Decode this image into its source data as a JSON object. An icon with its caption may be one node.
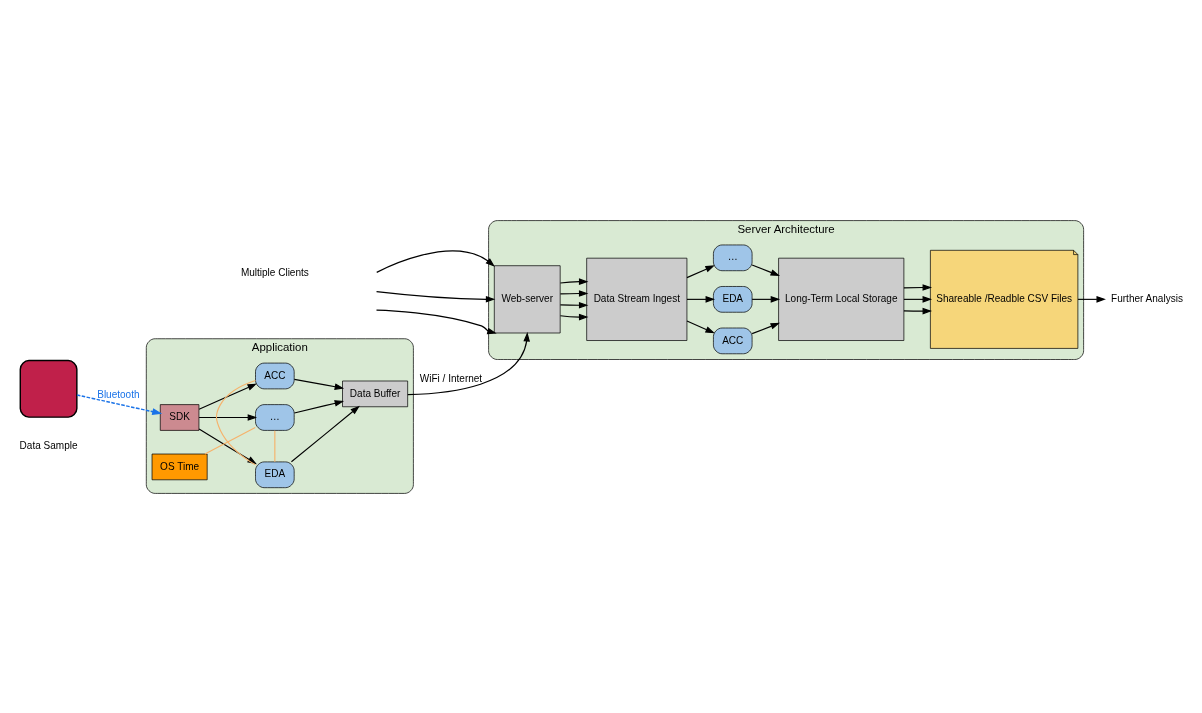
{
  "diagram": {
    "nodes": [
      {
        "text": [
          "Application"
        ]
      },
      {
        "text": [],
        "shape": "box"
      },
      {
        "text": [
          "SDK"
        ],
        "in": 0
      },
      {
        "text": [
          "ACC"
        ],
        "in": 0
      },
      {
        "text": [
          "EDA"
        ],
        "in": 0
      },
      {
        "text": [
          "…"
        ],
        "in": 0
      },
      {
        "text": [
          "OS Time"
        ],
        "in": 0
      },
      {
        "text": [
          "Data Buffer"
        ],
        "in": 0
      },
      {
        "text": [
          "Server Architecture"
        ]
      },
      {
        "text": [
          "Web-server"
        ],
        "in": 8
      },
      {
        "text": [
          "Data Stream Ingest"
        ],
        "in": 8
      },
      {
        "text": [
          "ACC"
        ],
        "in": 8
      },
      {
        "text": [
          "EDA"
        ],
        "in": 8
      },
      {
        "text": [
          "…"
        ],
        "in": 8
      },
      {
        "text": [
          "Long-Term Local Storage"
        ],
        "in": 8
      },
      {
        "text": [
          "Shareable /Readble CSV Files"
        ],
        "in": 8
      },
      {
        "text": [
          "Further Analysis"
        ]
      }
    ],
    "edges": [
      {
        "from": 1,
        "to": 2,
        "arrow": "to",
        "label": "Bluetooth",
        "style": "dashed",
        "color": "#1a73e8"
      },
      {
        "from": 2,
        "to": 3,
        "arrow": "to"
      },
      {
        "from": 2,
        "to": 4,
        "arrow": "to"
      },
      {
        "from": 2,
        "to": 5,
        "arrow": "to"
      },
      {
        "from": 3,
        "to": 7,
        "arrow": "to"
      },
      {
        "from": 4,
        "to": 7,
        "arrow": "to"
      },
      {
        "from": 5,
        "to": 7,
        "arrow": "to"
      },
      {
        "from": 3,
        "to": 4,
        "arrow": "none",
        "color": "#f6b26b"
      },
      {
        "from": 4,
        "to": 5,
        "arrow": "none",
        "color": "#f6b26b"
      },
      {
        "from": 6,
        "to": 5,
        "arrow": "none",
        "color": "#f6b26b"
      },
      {
        "from": 7,
        "to": 9,
        "arrow": "to",
        "label": "WiFi / Internet"
      },
      {
        "from": null,
        "to": 9,
        "arrow": "to"
      },
      {
        "from": null,
        "to": 9,
        "arrow": "to"
      },
      {
        "from": null,
        "to": 9,
        "arrow": "to"
      },
      {
        "from": 9,
        "to": 10,
        "arrow": "to"
      },
      {
        "from": 9,
        "to": 10,
        "arrow": "to"
      },
      {
        "from": 9,
        "to": 10,
        "arrow": "to"
      },
      {
        "from": 9,
        "to": 10,
        "arrow": "to"
      },
      {
        "from": 10,
        "to": 11,
        "arrow": "to"
      },
      {
        "from": 10,
        "to": 12,
        "arrow": "to"
      },
      {
        "from": 10,
        "to": 13,
        "arrow": "to"
      },
      {
        "from": 11,
        "to": 14,
        "arrow": "to"
      },
      {
        "from": 12,
        "to": 14,
        "arrow": "to"
      },
      {
        "from": 13,
        "to": 14,
        "arrow": "to"
      },
      {
        "from": 14,
        "to": 15,
        "arrow": "to"
      },
      {
        "from": 14,
        "to": 15,
        "arrow": "to"
      },
      {
        "from": 14,
        "to": 15,
        "arrow": "to"
      },
      {
        "from": 15,
        "to": 16,
        "arrow": "to"
      }
    ],
    "labels": [
      "Data Sample",
      "Multiple Clients"
    ]
  }
}
